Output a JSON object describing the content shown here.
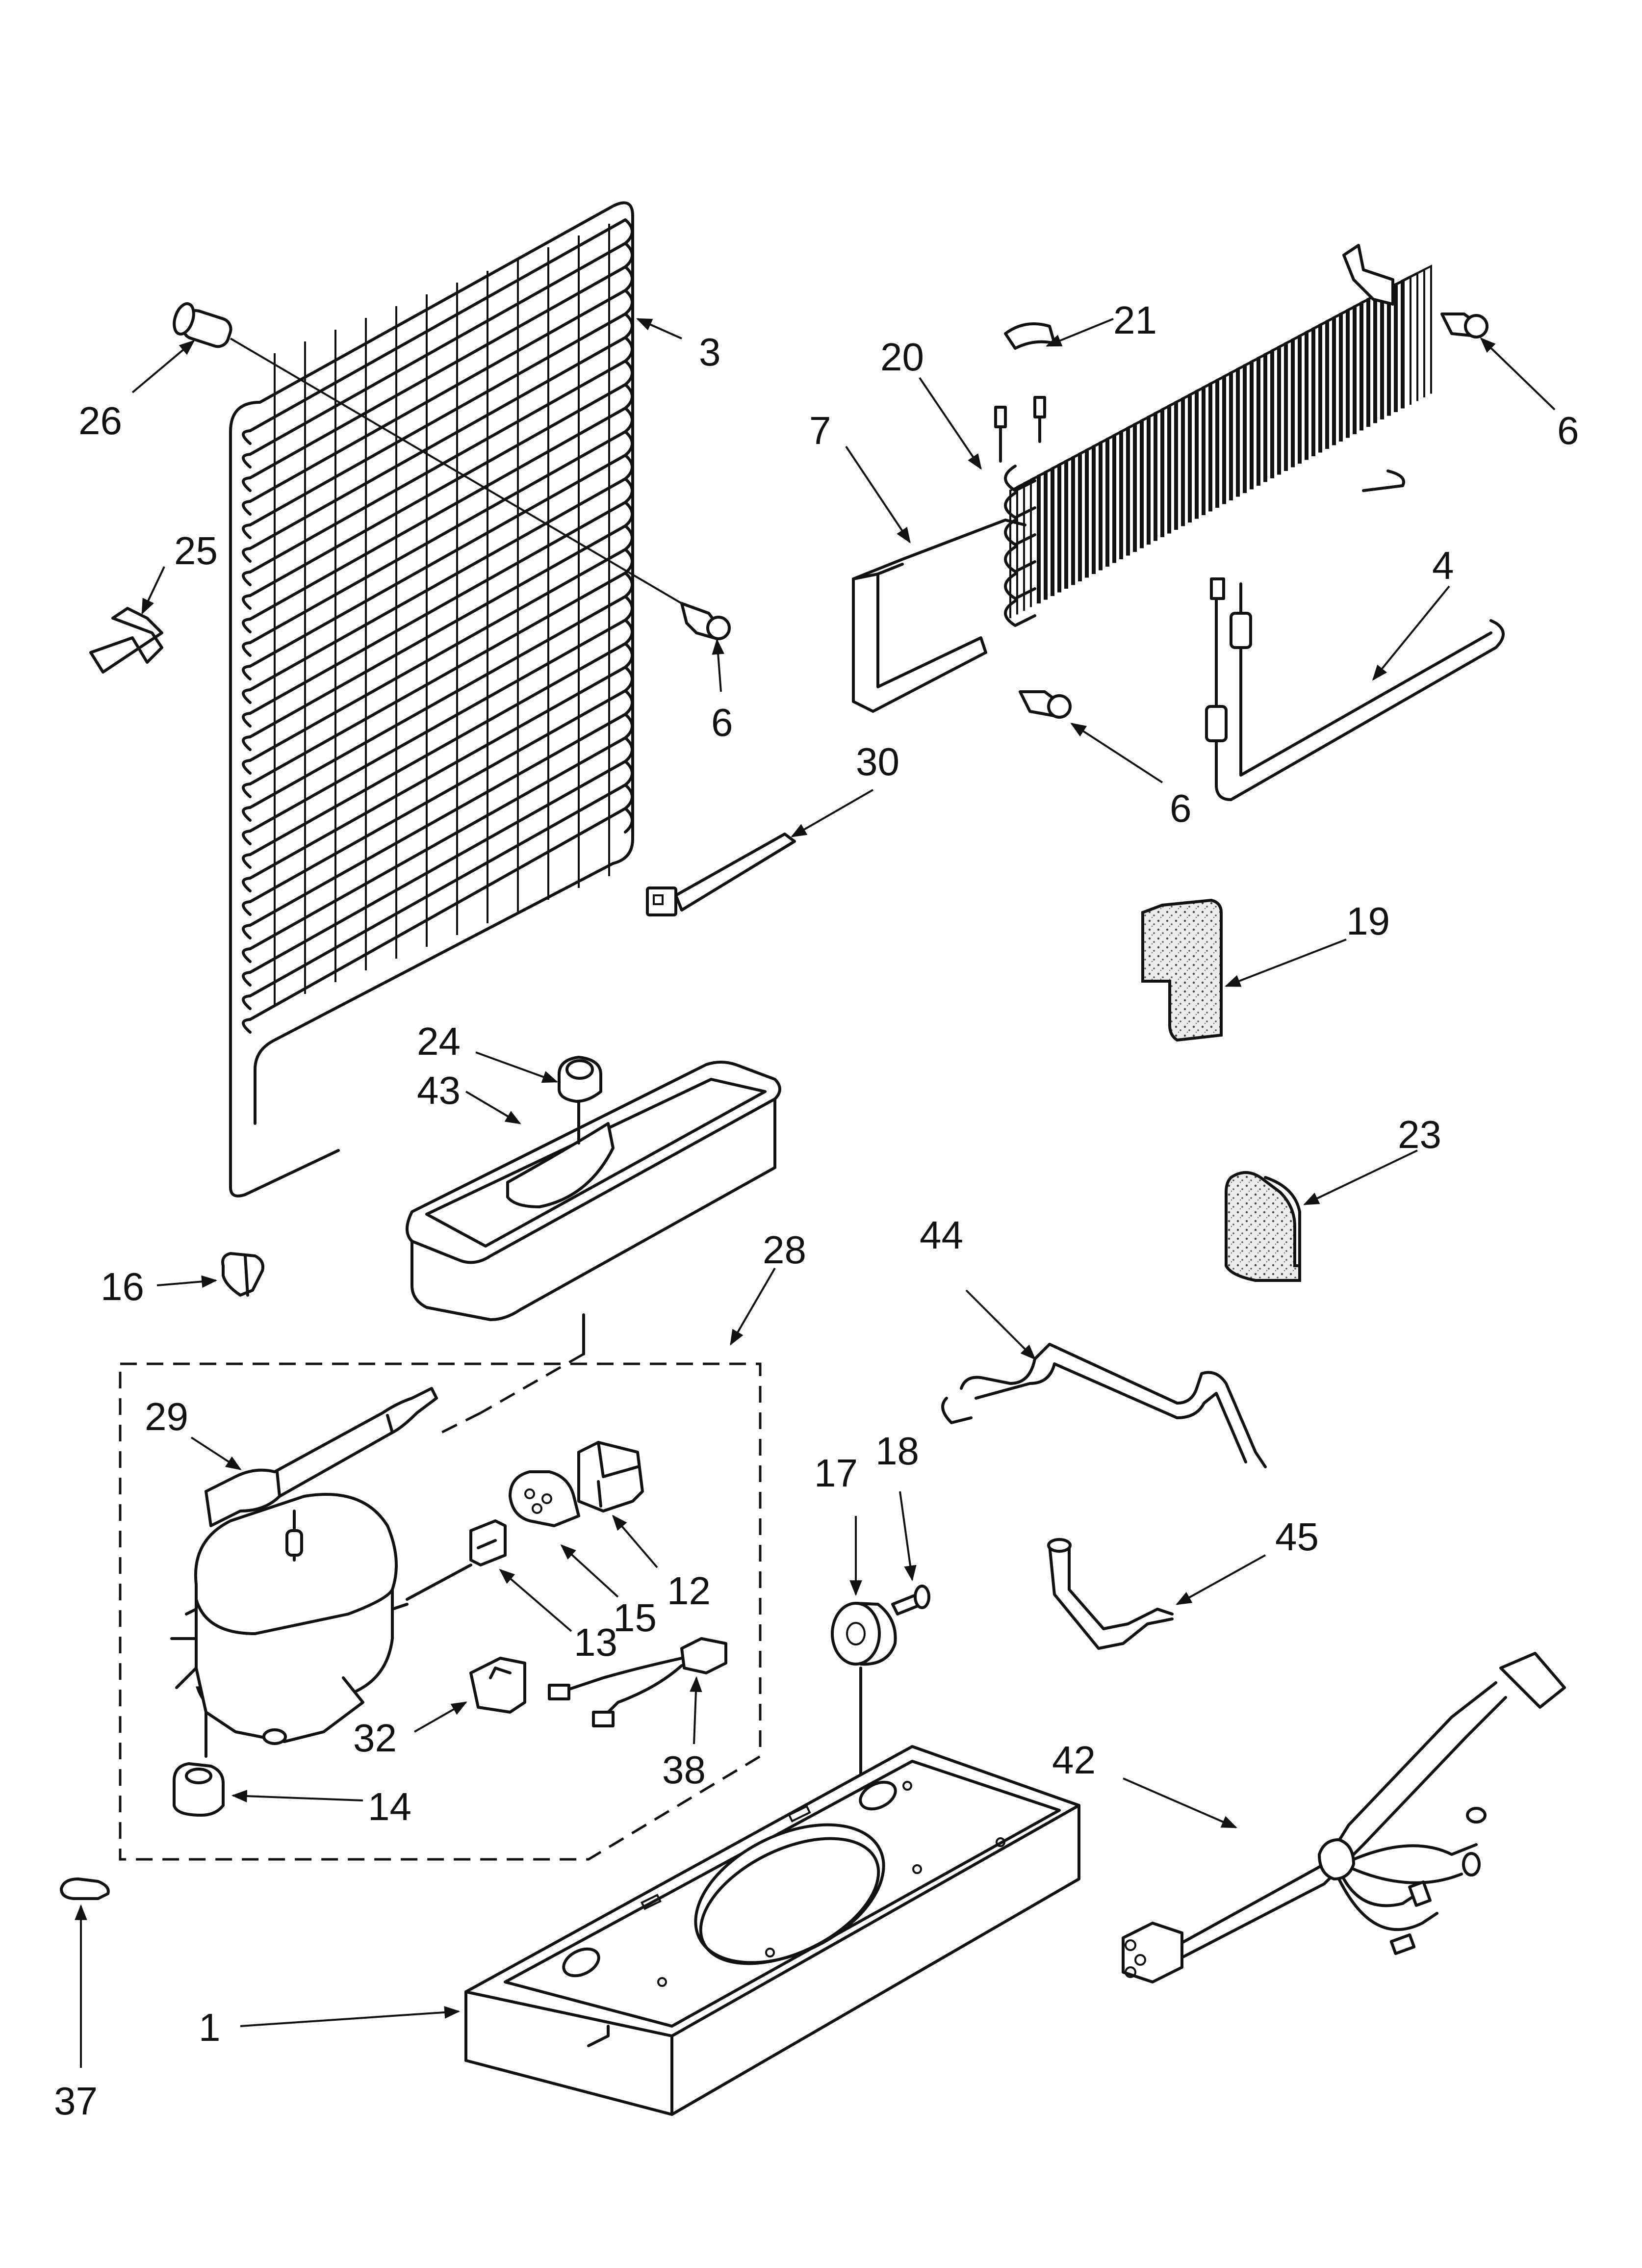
{
  "callouts": {
    "c1": "1",
    "c3": "3",
    "c4": "4",
    "c6a": "6",
    "c6b": "6",
    "c6c": "6",
    "c7": "7",
    "c12": "12",
    "c13": "13",
    "c14": "14",
    "c15": "15",
    "c16": "16",
    "c17": "17",
    "c18": "18",
    "c19": "19",
    "c20": "20",
    "c21": "21",
    "c23": "23",
    "c24": "24",
    "c25": "25",
    "c26": "26",
    "c28": "28",
    "c29": "29",
    "c30": "30",
    "c32": "32",
    "c37": "37",
    "c38": "38",
    "c42": "42",
    "c43": "43",
    "c44": "44",
    "c45": "45"
  },
  "colors": {
    "ink": "#111111",
    "foam": "#e9e9e9",
    "background": "#ffffff"
  }
}
